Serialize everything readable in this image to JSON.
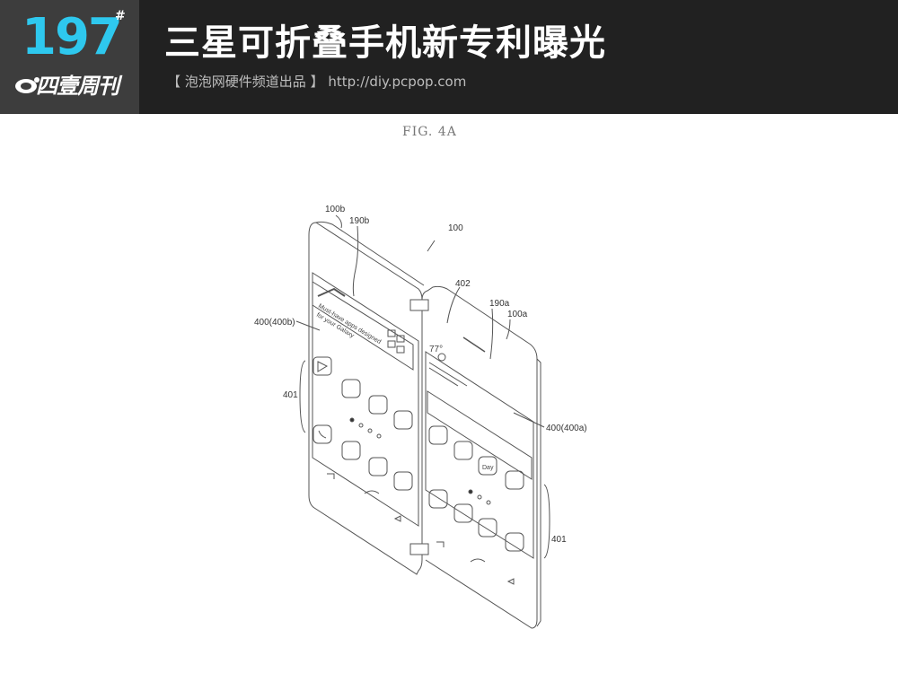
{
  "header": {
    "issue_number": "197",
    "issue_mark": "#",
    "brand": "四壹周刊",
    "title": "三星可折叠手机新专利曝光",
    "source_open": "【",
    "source_name": "泡泡网硬件频道出品",
    "source_close": "】",
    "source_url": "http://diy.pcpop.com"
  },
  "figure": {
    "label": "FIG. 4A",
    "refs": {
      "device": "100",
      "left_body": "100b",
      "left_hinge_line": "190b",
      "left_display": "400(400b)",
      "left_icons": "401",
      "speaker": "402",
      "right_hinge_line": "190a",
      "right_body": "100a",
      "right_display": "400(400a)",
      "right_icons": "401"
    },
    "widget_text": [
      "Must-have apps designed",
      "for your Galaxy"
    ],
    "temperature": "77°",
    "day_label": "Day"
  }
}
